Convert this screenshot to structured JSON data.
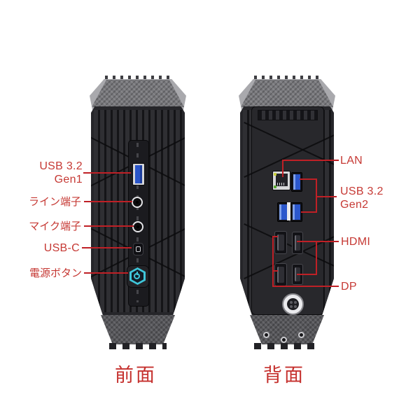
{
  "colors": {
    "label_red": "#c63934",
    "line_red": "#bf2026",
    "caption_red": "#c5302d",
    "usb_blue": "#2a55c9",
    "usb_navy": "#1e3f9e",
    "power_cyan": "#3fc6da",
    "lan_led_yellow": "#c8cf3a",
    "lan_led_green": "#56a82d",
    "chassis_dark": "#26262a",
    "carbon_gray": "#77777b"
  },
  "front": {
    "caption": "前面",
    "labels": {
      "usb_gen1_line1": "USB 3.2",
      "usb_gen1_line2": "Gen1",
      "line_jack": "ライン端子",
      "mic_jack": "マイク端子",
      "usb_c": "USB-C",
      "power_button": "電源ボタン"
    }
  },
  "back": {
    "caption": "背面",
    "labels": {
      "lan": "LAN",
      "usb_gen2_line1": "USB 3.2",
      "usb_gen2_line2": "Gen2",
      "hdmi": "HDMI",
      "dp": "DP"
    }
  }
}
